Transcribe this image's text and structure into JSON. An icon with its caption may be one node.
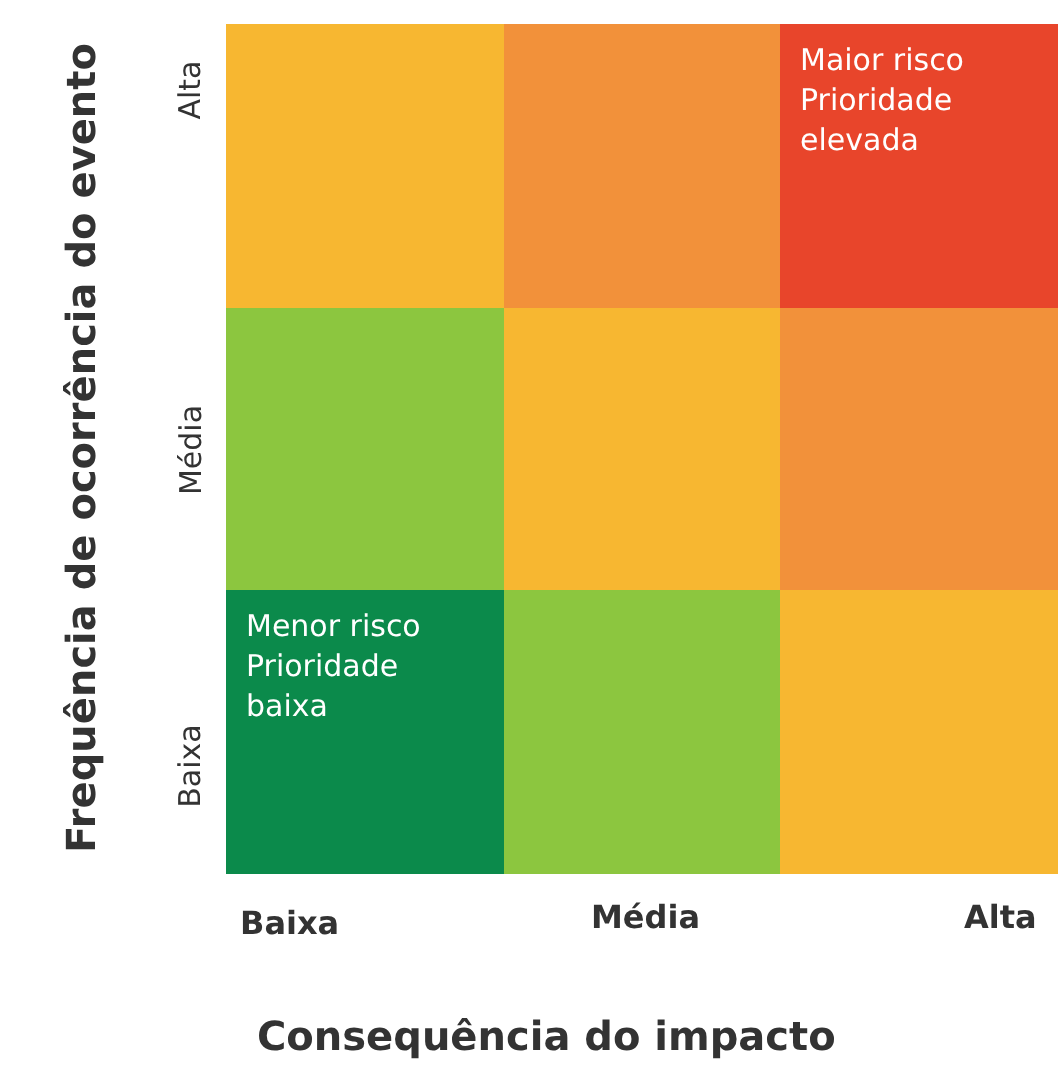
{
  "diagram": {
    "nodes": [
      {
        "text": [],
        "shape": "box"
      },
      {
        "text": [],
        "shape": "box"
      },
      {
        "text": [
          "Maior risco",
          "Prioridade elevada"
        ]
      },
      {
        "text": [],
        "shape": "box"
      },
      {
        "text": [],
        "shape": "box"
      },
      {
        "text": [],
        "shape": "box"
      },
      {
        "text": [
          "Menor risco",
          "Prioridade baixa"
        ]
      },
      {
        "text": [],
        "shape": "box"
      },
      {
        "text": [],
        "shape": "box"
      }
    ],
    "edges": [],
    "labels": [
      "Frequência de ocorrência do evento",
      "Alta",
      "Média",
      "Baixa",
      "Baixa",
      "Média",
      "Alta",
      "Consequência do impacto"
    ]
  }
}
